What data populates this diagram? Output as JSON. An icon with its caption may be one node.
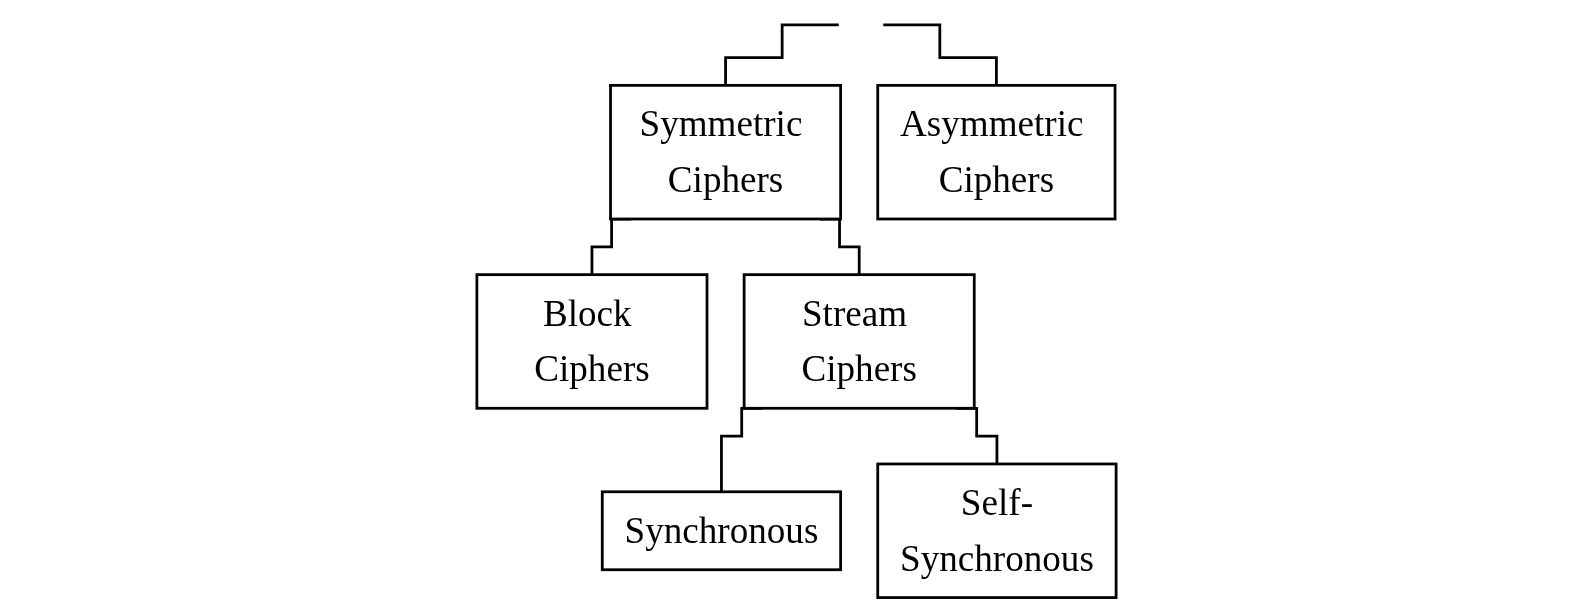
{
  "diagram": {
    "nodes": [
      {
        "text": [
          "Symmetric Ciphers"
        ]
      },
      {
        "text": [
          "Asymmetric Ciphers"
        ]
      },
      {
        "text": [
          "Block Ciphers"
        ]
      },
      {
        "text": [
          "Stream Ciphers"
        ]
      },
      {
        "text": [
          "Synchronous"
        ]
      },
      {
        "text": [
          "Self-Synchronous"
        ]
      }
    ],
    "edges": [
      {
        "from": null,
        "to": 0,
        "arrow": "none"
      },
      {
        "from": null,
        "to": 1,
        "arrow": "none"
      },
      {
        "from": 0,
        "to": 2,
        "arrow": "none"
      },
      {
        "from": 0,
        "to": 3,
        "arrow": "none"
      },
      {
        "from": 3,
        "to": 4,
        "arrow": "none"
      },
      {
        "from": 3,
        "to": 5,
        "arrow": "none"
      }
    ]
  }
}
